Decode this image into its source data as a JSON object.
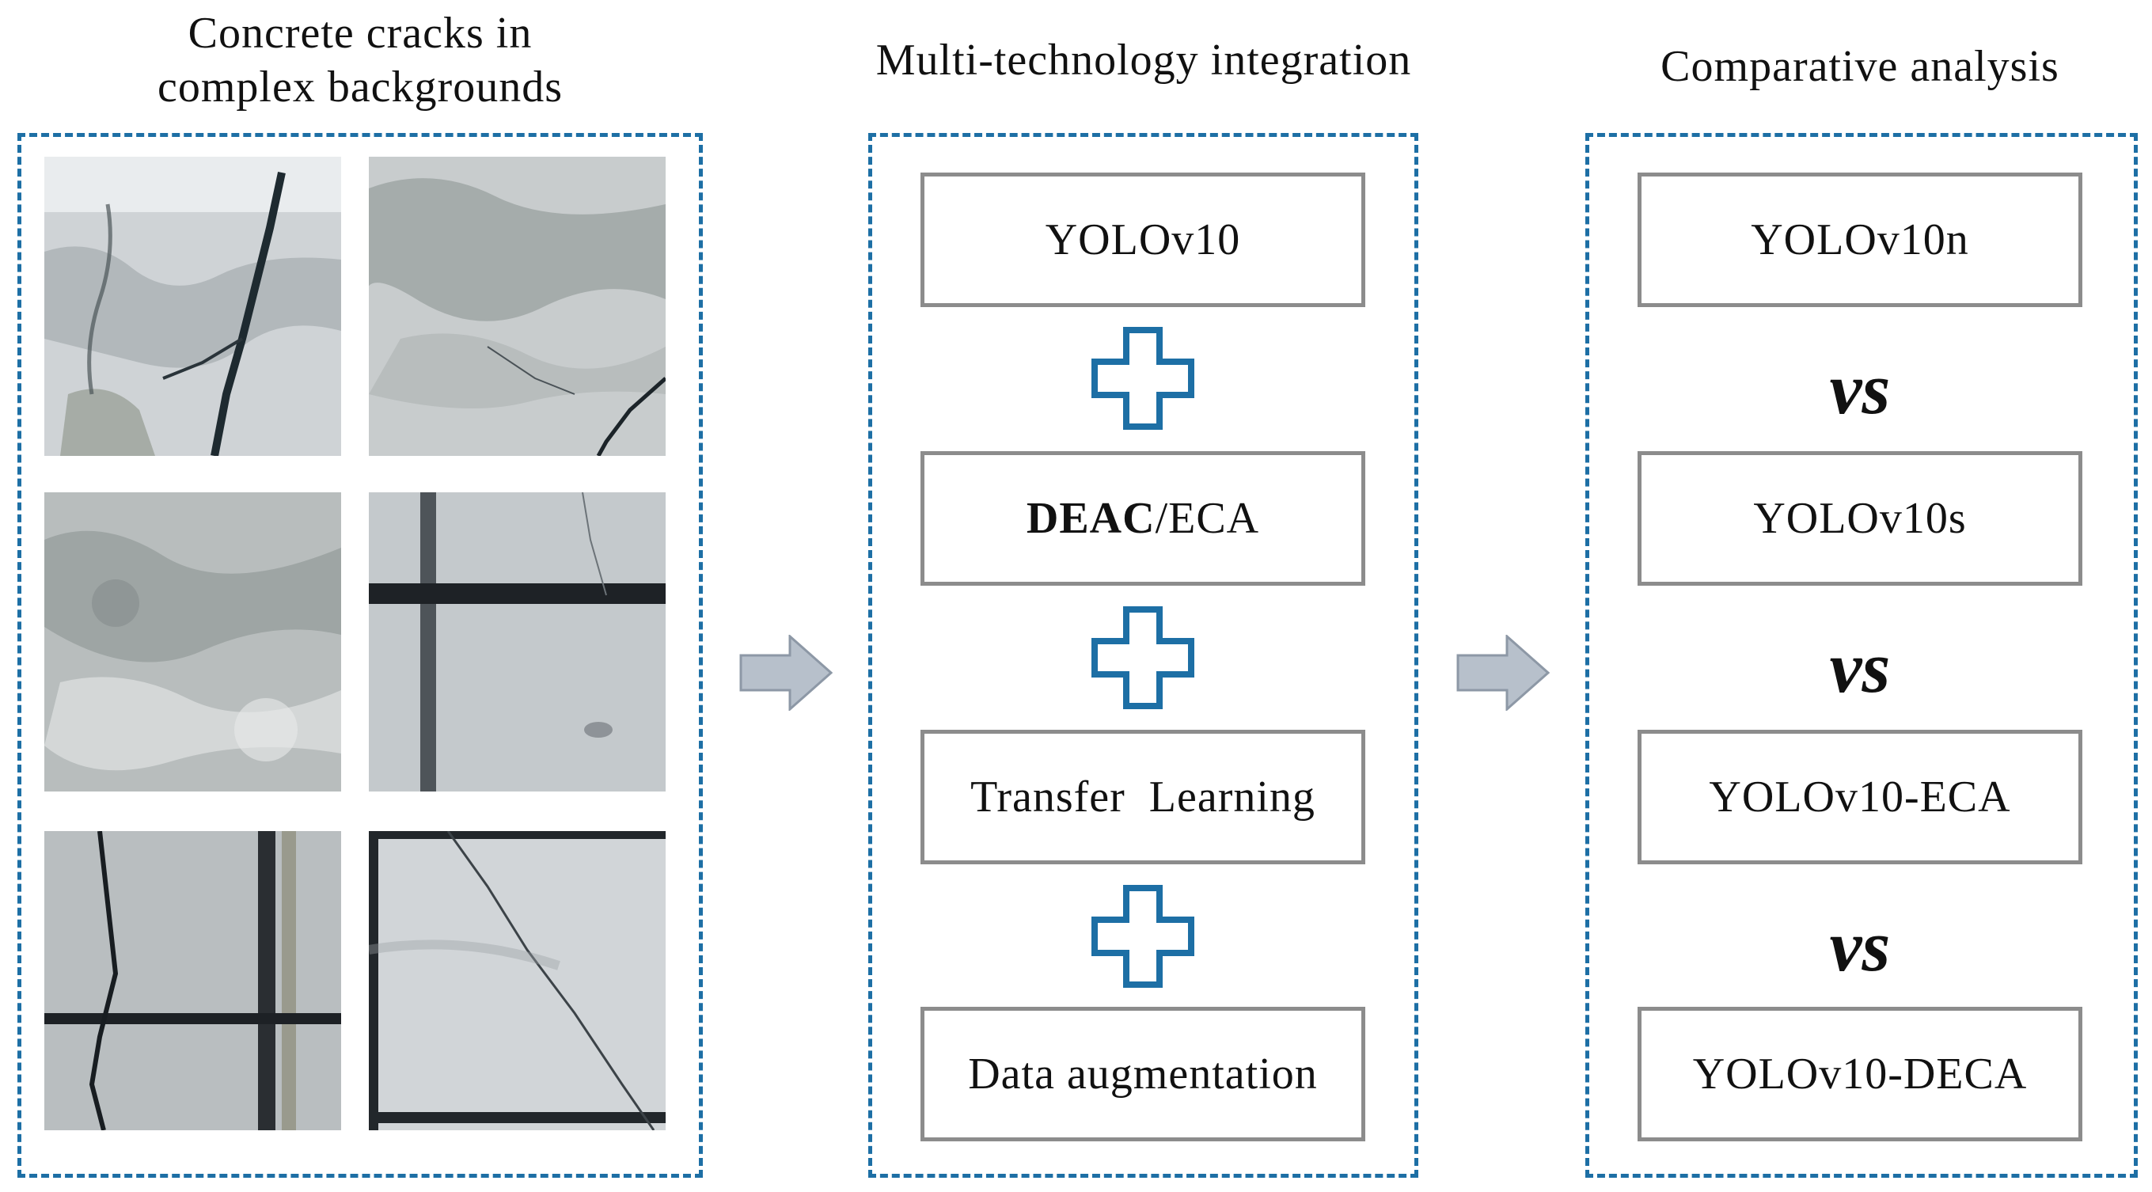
{
  "columns": {
    "left": {
      "title_line1": "Concrete cracks in",
      "title_line2": "complex backgrounds"
    },
    "middle": {
      "title": "Multi-technology integration"
    },
    "right": {
      "title": "Comparative analysis"
    }
  },
  "integration": {
    "box1": "YOLOv10",
    "box2_bold": "DEAC",
    "box2_rest": "/ECA",
    "box3": "Transfer  Learning",
    "box4": "Data augmentation"
  },
  "comparison": {
    "models": [
      "YOLOv10n",
      "YOLOv10s",
      "YOLOv10-ECA",
      "YOLOv10-DECA"
    ],
    "vs_label": "vs"
  },
  "colors": {
    "accent_blue": "#1d6fa5",
    "box_border": "#8c8c8c",
    "arrow_fill": "#b7c0cb"
  },
  "icons": {
    "plus": "plus-icon",
    "arrow": "right-arrow-icon"
  }
}
